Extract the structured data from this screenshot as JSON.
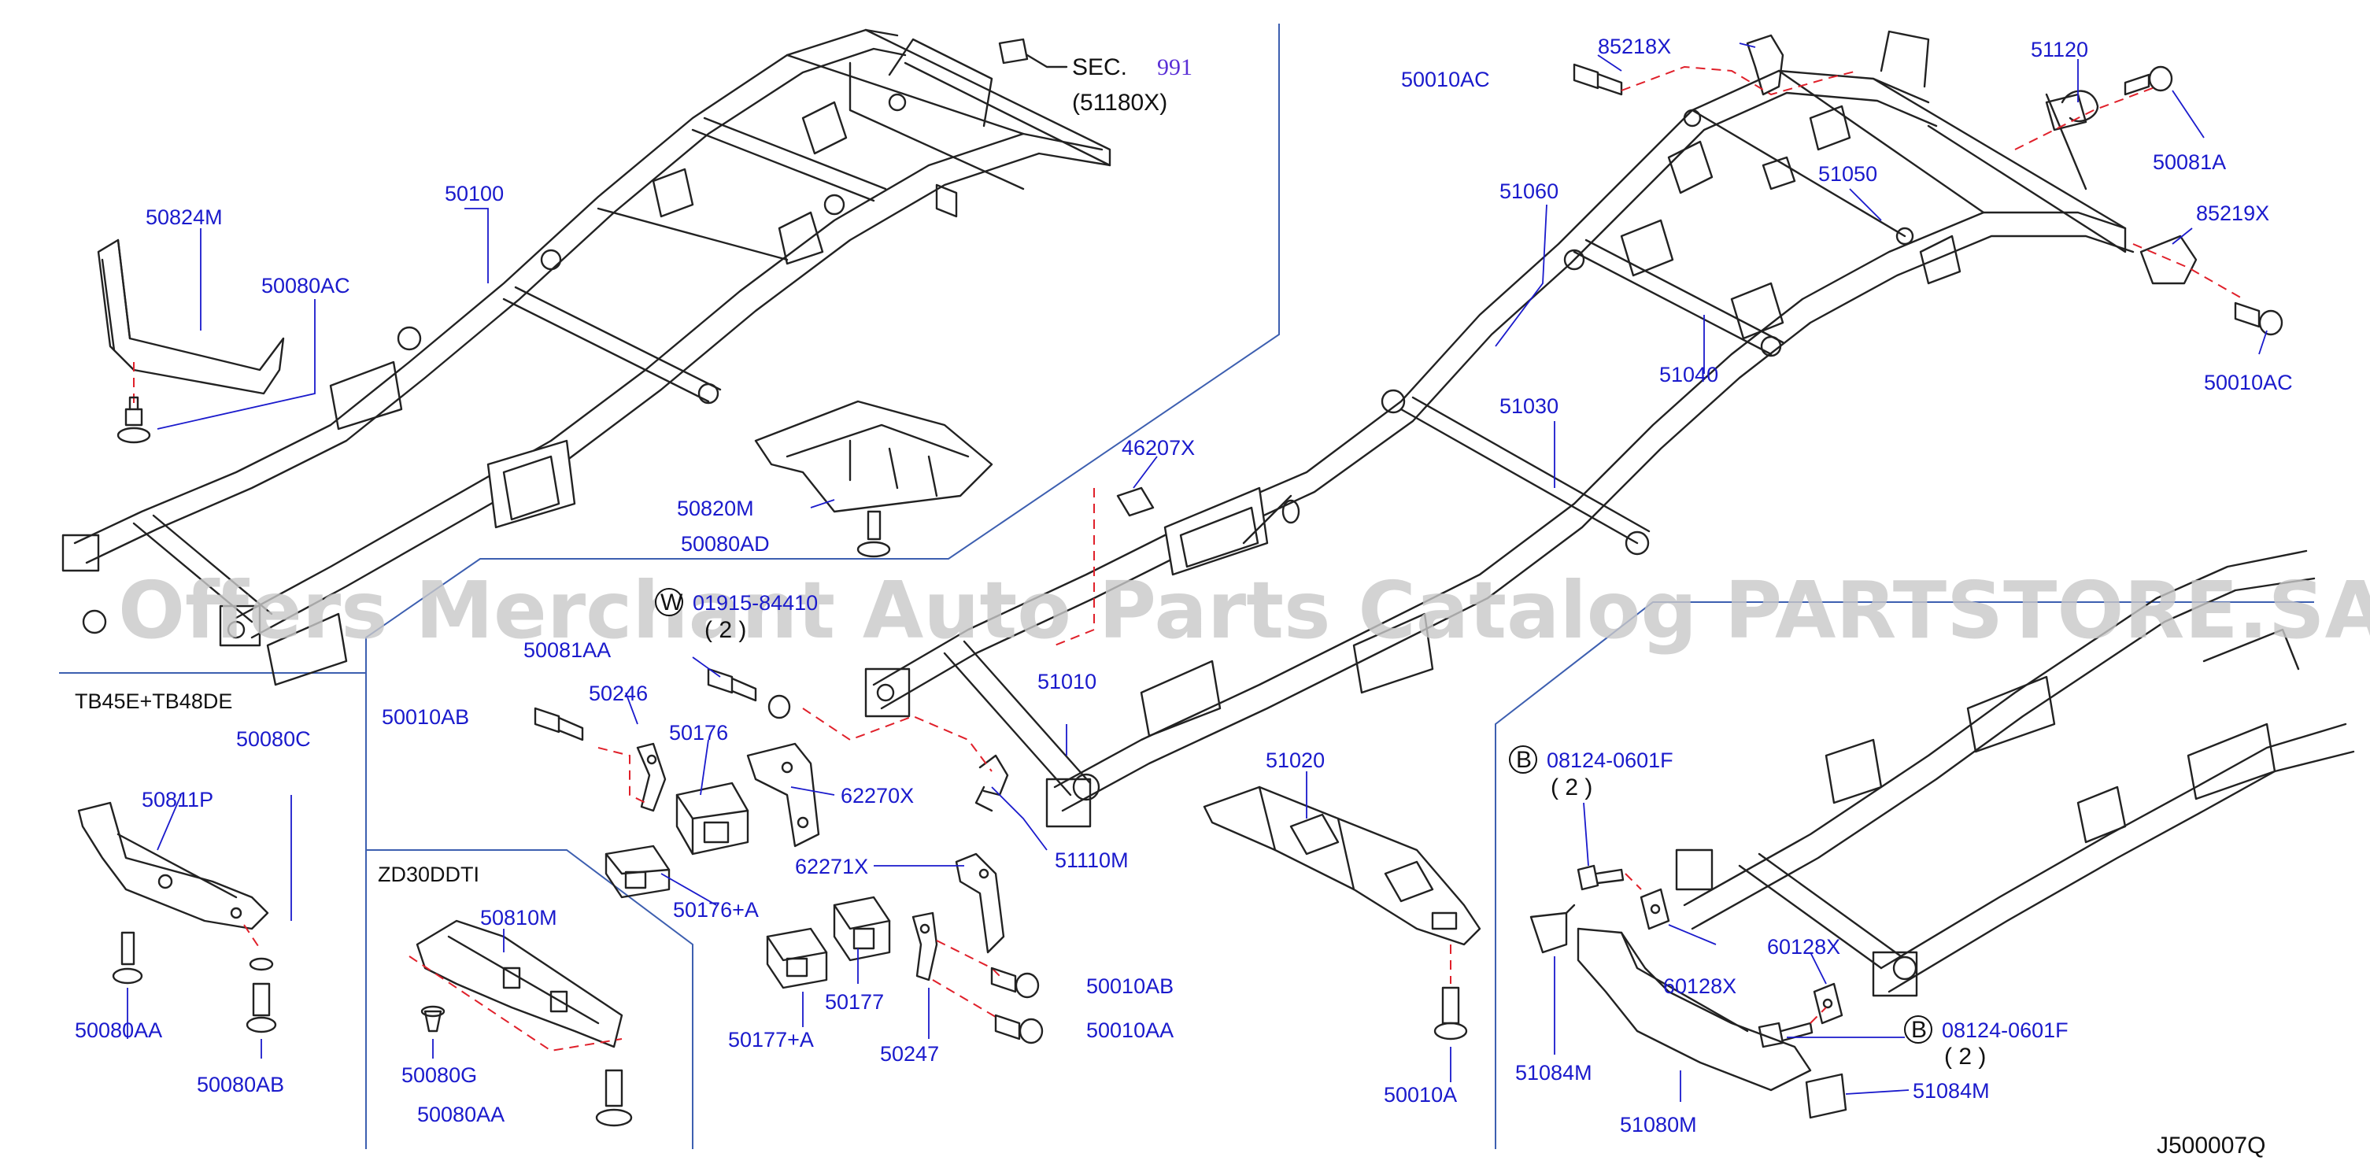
{
  "watermark": "Offers Merchant Auto Parts Catalog PARTSTORE.SA",
  "drawing_code": "J500007Q",
  "section_ref": {
    "prefix": "SEC.",
    "number": "991",
    "sub": "(51180X)"
  },
  "variants": {
    "tb": "TB45E+TB48DE",
    "zd": "ZD30DDTI"
  },
  "bolt_refs": {
    "w_symbol": "W",
    "w_code": "01915-84410",
    "w_qty": "( 2 )",
    "b1_symbol": "B",
    "b1_code": "08124-0601F",
    "b1_qty": "( 2 )",
    "b2_symbol": "B",
    "b2_code": "08124-0601F",
    "b2_qty": "( 2 )"
  },
  "parts": {
    "p50100": "50100",
    "p50824M": "50824M",
    "p50080AC": "50080AC",
    "p50820M": "50820M",
    "p50080AD": "50080AD",
    "p50081AA": "50081AA",
    "p50010AB_a": "50010AB",
    "p50246": "50246",
    "p50176": "50176",
    "p62270X": "62270X",
    "p50176A": "50176+A",
    "p62271X": "62271X",
    "p50177": "50177",
    "p50177A": "50177+A",
    "p50247": "50247",
    "p50010AB_b": "50010AB",
    "p50010AA": "50010AA",
    "p50080C": "50080C",
    "p50811P": "50811P",
    "p50080AA_a": "50080AA",
    "p50080AB": "50080AB",
    "p50810M": "50810M",
    "p50080G": "50080G",
    "p50080AA_b": "50080AA",
    "p50010AC_a": "50010AC",
    "p85218X": "85218X",
    "p51120": "51120",
    "p50081A": "50081A",
    "p85219X": "85219X",
    "p50010AC_b": "50010AC",
    "p51060": "51060",
    "p51050": "51050",
    "p51030": "51030",
    "p51040": "51040",
    "p46207X": "46207X",
    "p51010": "51010",
    "p51110M": "51110M",
    "p51020": "51020",
    "p50010A": "50010A",
    "p60128X_a": "60128X",
    "p60128X_b": "60128X",
    "p51084M_a": "51084M",
    "p51084M_b": "51084M",
    "p51080M": "51080M"
  }
}
